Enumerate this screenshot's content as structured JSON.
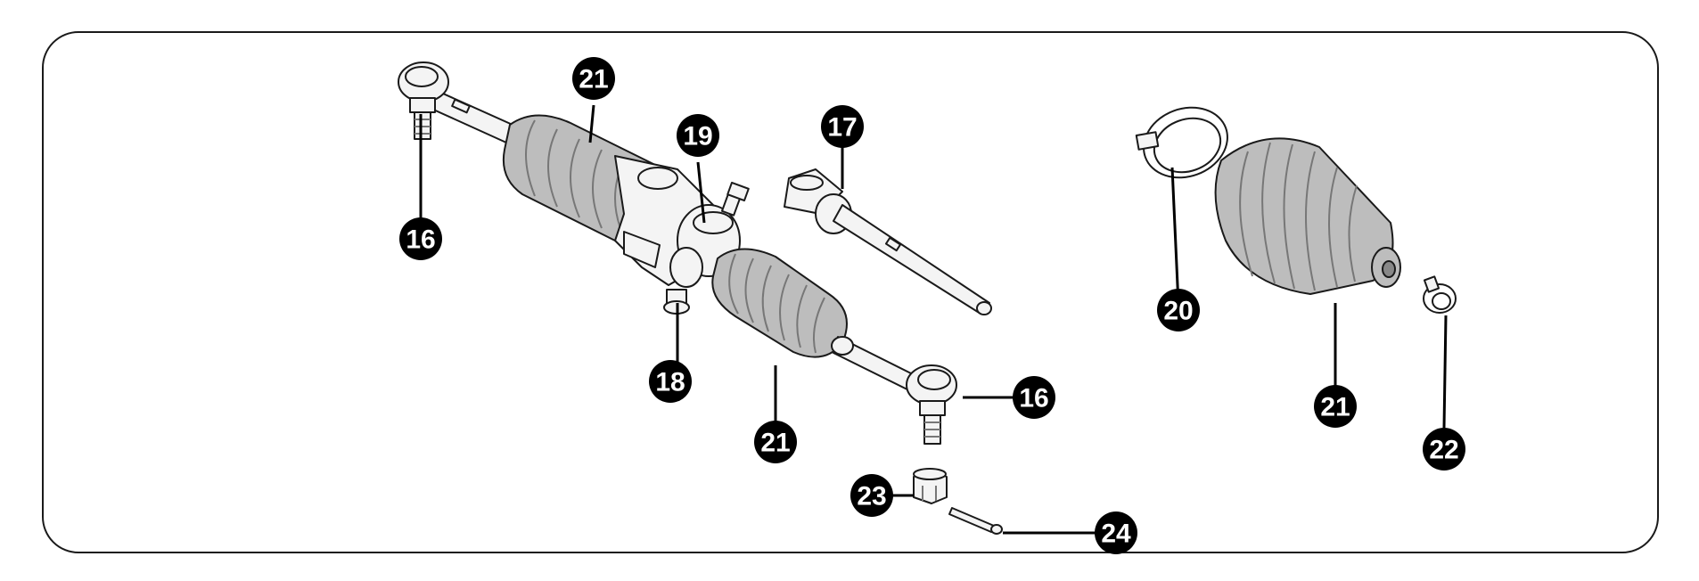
{
  "callouts": [
    {
      "id": "c16a",
      "label": "16"
    },
    {
      "id": "c16b",
      "label": "16"
    },
    {
      "id": "c17",
      "label": "17"
    },
    {
      "id": "c18",
      "label": "18"
    },
    {
      "id": "c19",
      "label": "19"
    },
    {
      "id": "c20",
      "label": "20"
    },
    {
      "id": "c21a",
      "label": "21"
    },
    {
      "id": "c21b",
      "label": "21"
    },
    {
      "id": "c21c",
      "label": "21"
    },
    {
      "id": "c22",
      "label": "22"
    },
    {
      "id": "c23",
      "label": "23"
    },
    {
      "id": "c24",
      "label": "24"
    }
  ],
  "colors": {
    "frame": "#1a1a1a",
    "boot": "#bdbdbd",
    "metal": "#f4f4f4",
    "badge": "#000000"
  }
}
